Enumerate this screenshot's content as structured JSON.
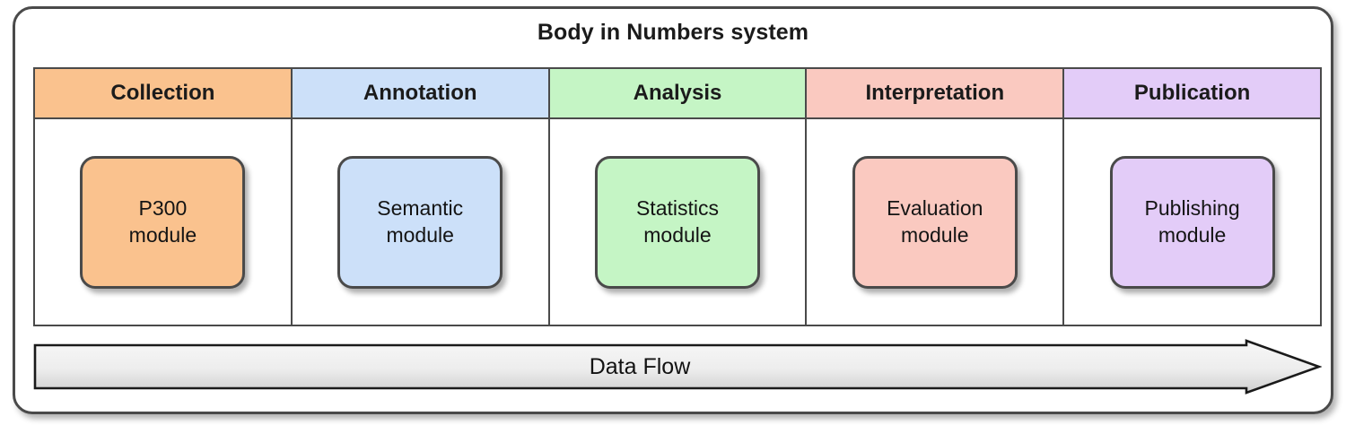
{
  "system": {
    "title": "Body in Numbers system",
    "border_color": "#4a4a4a"
  },
  "pipeline": {
    "stages": [
      {
        "header": "Collection",
        "header_color": "#FAC28E",
        "module": "P300\nmodule",
        "module_color": "#FAC28E"
      },
      {
        "header": "Annotation",
        "header_color": "#CCE0F9",
        "module": "Semantic\nmodule",
        "module_color": "#CCE0F9"
      },
      {
        "header": "Analysis",
        "header_color": "#C5F5C5",
        "module": "Statistics\nmodule",
        "module_color": "#C5F5C5"
      },
      {
        "header": "Interpretation",
        "header_color": "#FAC9C0",
        "module": "Evaluation\nmodule",
        "module_color": "#FAC9C0"
      },
      {
        "header": "Publication",
        "header_color": "#E3CCF8",
        "module": "Publishing\nmodule",
        "module_color": "#E3CCF8"
      }
    ]
  },
  "dataflow": {
    "label": "Data Flow",
    "direction": "left-to-right",
    "fill_top": "#f6f6f6",
    "fill_bottom": "#d2d2d2",
    "stroke": "#1a1a1a"
  }
}
